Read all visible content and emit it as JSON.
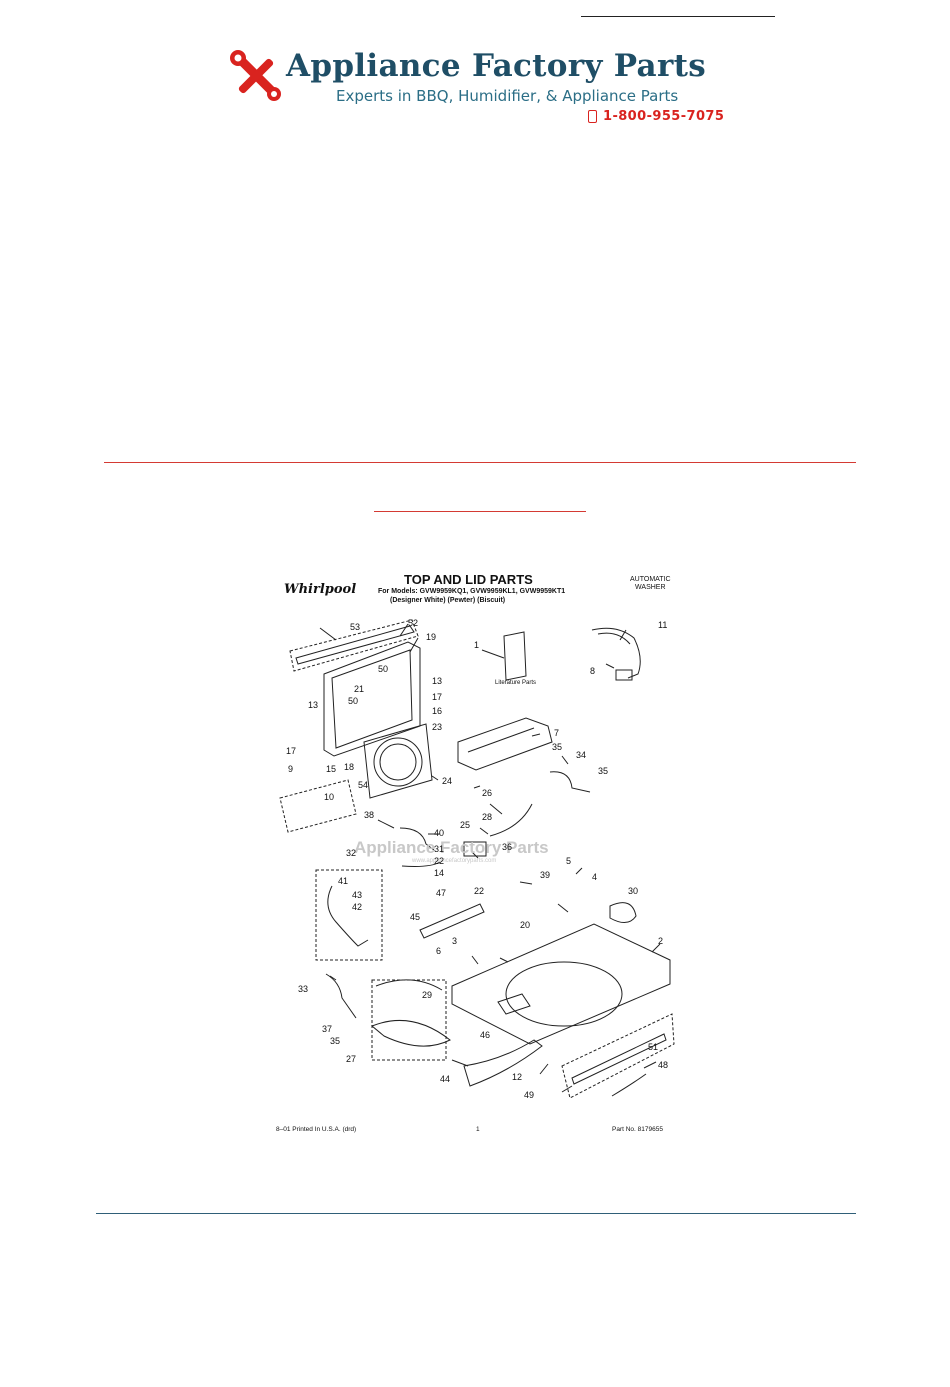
{
  "header": {
    "brand_name": "Appliance Factory Parts",
    "tagline": "Experts in BBQ, Humidifier, & Appliance Parts",
    "phone": "1-800-955-7075",
    "logo_icon": "wrench-screwdriver-icon",
    "phone_icon": "mobile-phone-icon",
    "colors": {
      "brand_blue": "#1f4e66",
      "accent_red": "#d9231f",
      "rule_red": "#d43a33",
      "rule_blue": "#2f5f78"
    }
  },
  "diagram": {
    "brand": "Whirlpool",
    "title": "TOP AND LID PARTS",
    "models_line": "For Models: GVW9959KQ1, GVW9959KL1, GVW9959KT1",
    "colors_line": "(Designer White)     (Pewter)        (Biscuit)",
    "product_type_1": "AUTOMATIC",
    "product_type_2": "WASHER",
    "literature_label": "Literature Parts",
    "watermark": "Appliance Factory Parts",
    "watermark_url": "www.appliancefactoryparts.com",
    "footer_left": "8–01 Printed In U.S.A. (drd)",
    "footer_center": "1",
    "footer_right": "Part No. 8179655",
    "callouts": [
      "53",
      "52",
      "19",
      "1",
      "11",
      "8",
      "50",
      "21",
      "13",
      "17",
      "16",
      "50",
      "13",
      "7",
      "23",
      "17",
      "15",
      "18",
      "9",
      "54",
      "35",
      "34",
      "35",
      "24",
      "10",
      "26",
      "38",
      "40",
      "28",
      "25",
      "31",
      "36",
      "32",
      "22",
      "14",
      "41",
      "22",
      "39",
      "5",
      "4",
      "47",
      "43",
      "42",
      "30",
      "45",
      "20",
      "3",
      "2",
      "6",
      "33",
      "29",
      "46",
      "37",
      "35",
      "27",
      "51",
      "48",
      "44",
      "12",
      "49"
    ]
  }
}
